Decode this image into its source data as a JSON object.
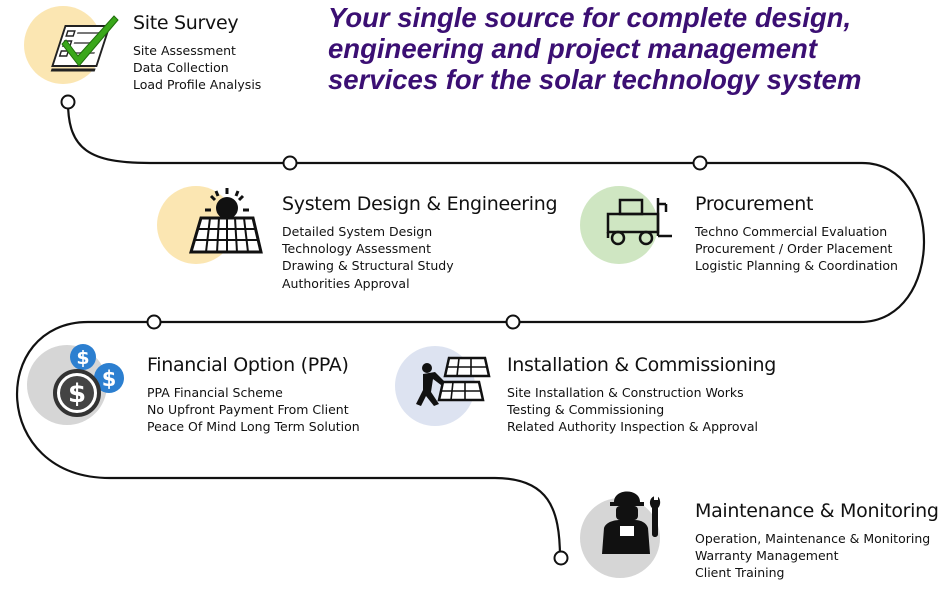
{
  "headline": {
    "line1": "Your single source for complete design,",
    "line2": "engineering and project management",
    "line3": "services for the solar technology system"
  },
  "colors": {
    "headline": "#3b0f73",
    "path": "#111111",
    "circle_yellow": "#fbe6b2",
    "circle_green": "#cfe6c2",
    "circle_blue": "#dde3f1",
    "circle_gray": "#d6d6d6",
    "check_green": "#3aa71a",
    "dollar_blue": "#2c7fd0"
  },
  "steps": [
    {
      "title": "Site Survey",
      "icon": "checklist-icon",
      "items": [
        "Site Assessment",
        "Data Collection",
        "Load Profile Analysis"
      ]
    },
    {
      "title": "System Design & Engineering",
      "icon": "solar-panel-sun-icon",
      "items": [
        "Detailed System Design",
        "Technology Assessment",
        "Drawing & Structural Study",
        "Authorities Approval"
      ]
    },
    {
      "title": "Procurement",
      "icon": "forklift-icon",
      "items": [
        "Techno Commercial Evaluation",
        "Procurement / Order Placement",
        "Logistic Planning & Coordination"
      ]
    },
    {
      "title": "Financial Option (PPA)",
      "icon": "dollar-coins-icon",
      "items": [
        "PPA Financial Scheme",
        "No Upfront Payment From Client",
        "Peace Of Mind Long Term Solution"
      ]
    },
    {
      "title": "Installation & Commissioning",
      "icon": "worker-installing-panel-icon",
      "items": [
        "Site Installation & Construction Works",
        "Testing & Commissioning",
        "Related Authority Inspection & Approval"
      ]
    },
    {
      "title": "Maintenance & Monitoring",
      "icon": "technician-wrench-icon",
      "items": [
        "Operation, Maintenance & Monitoring",
        "Warranty Management",
        "Client Training"
      ]
    }
  ]
}
